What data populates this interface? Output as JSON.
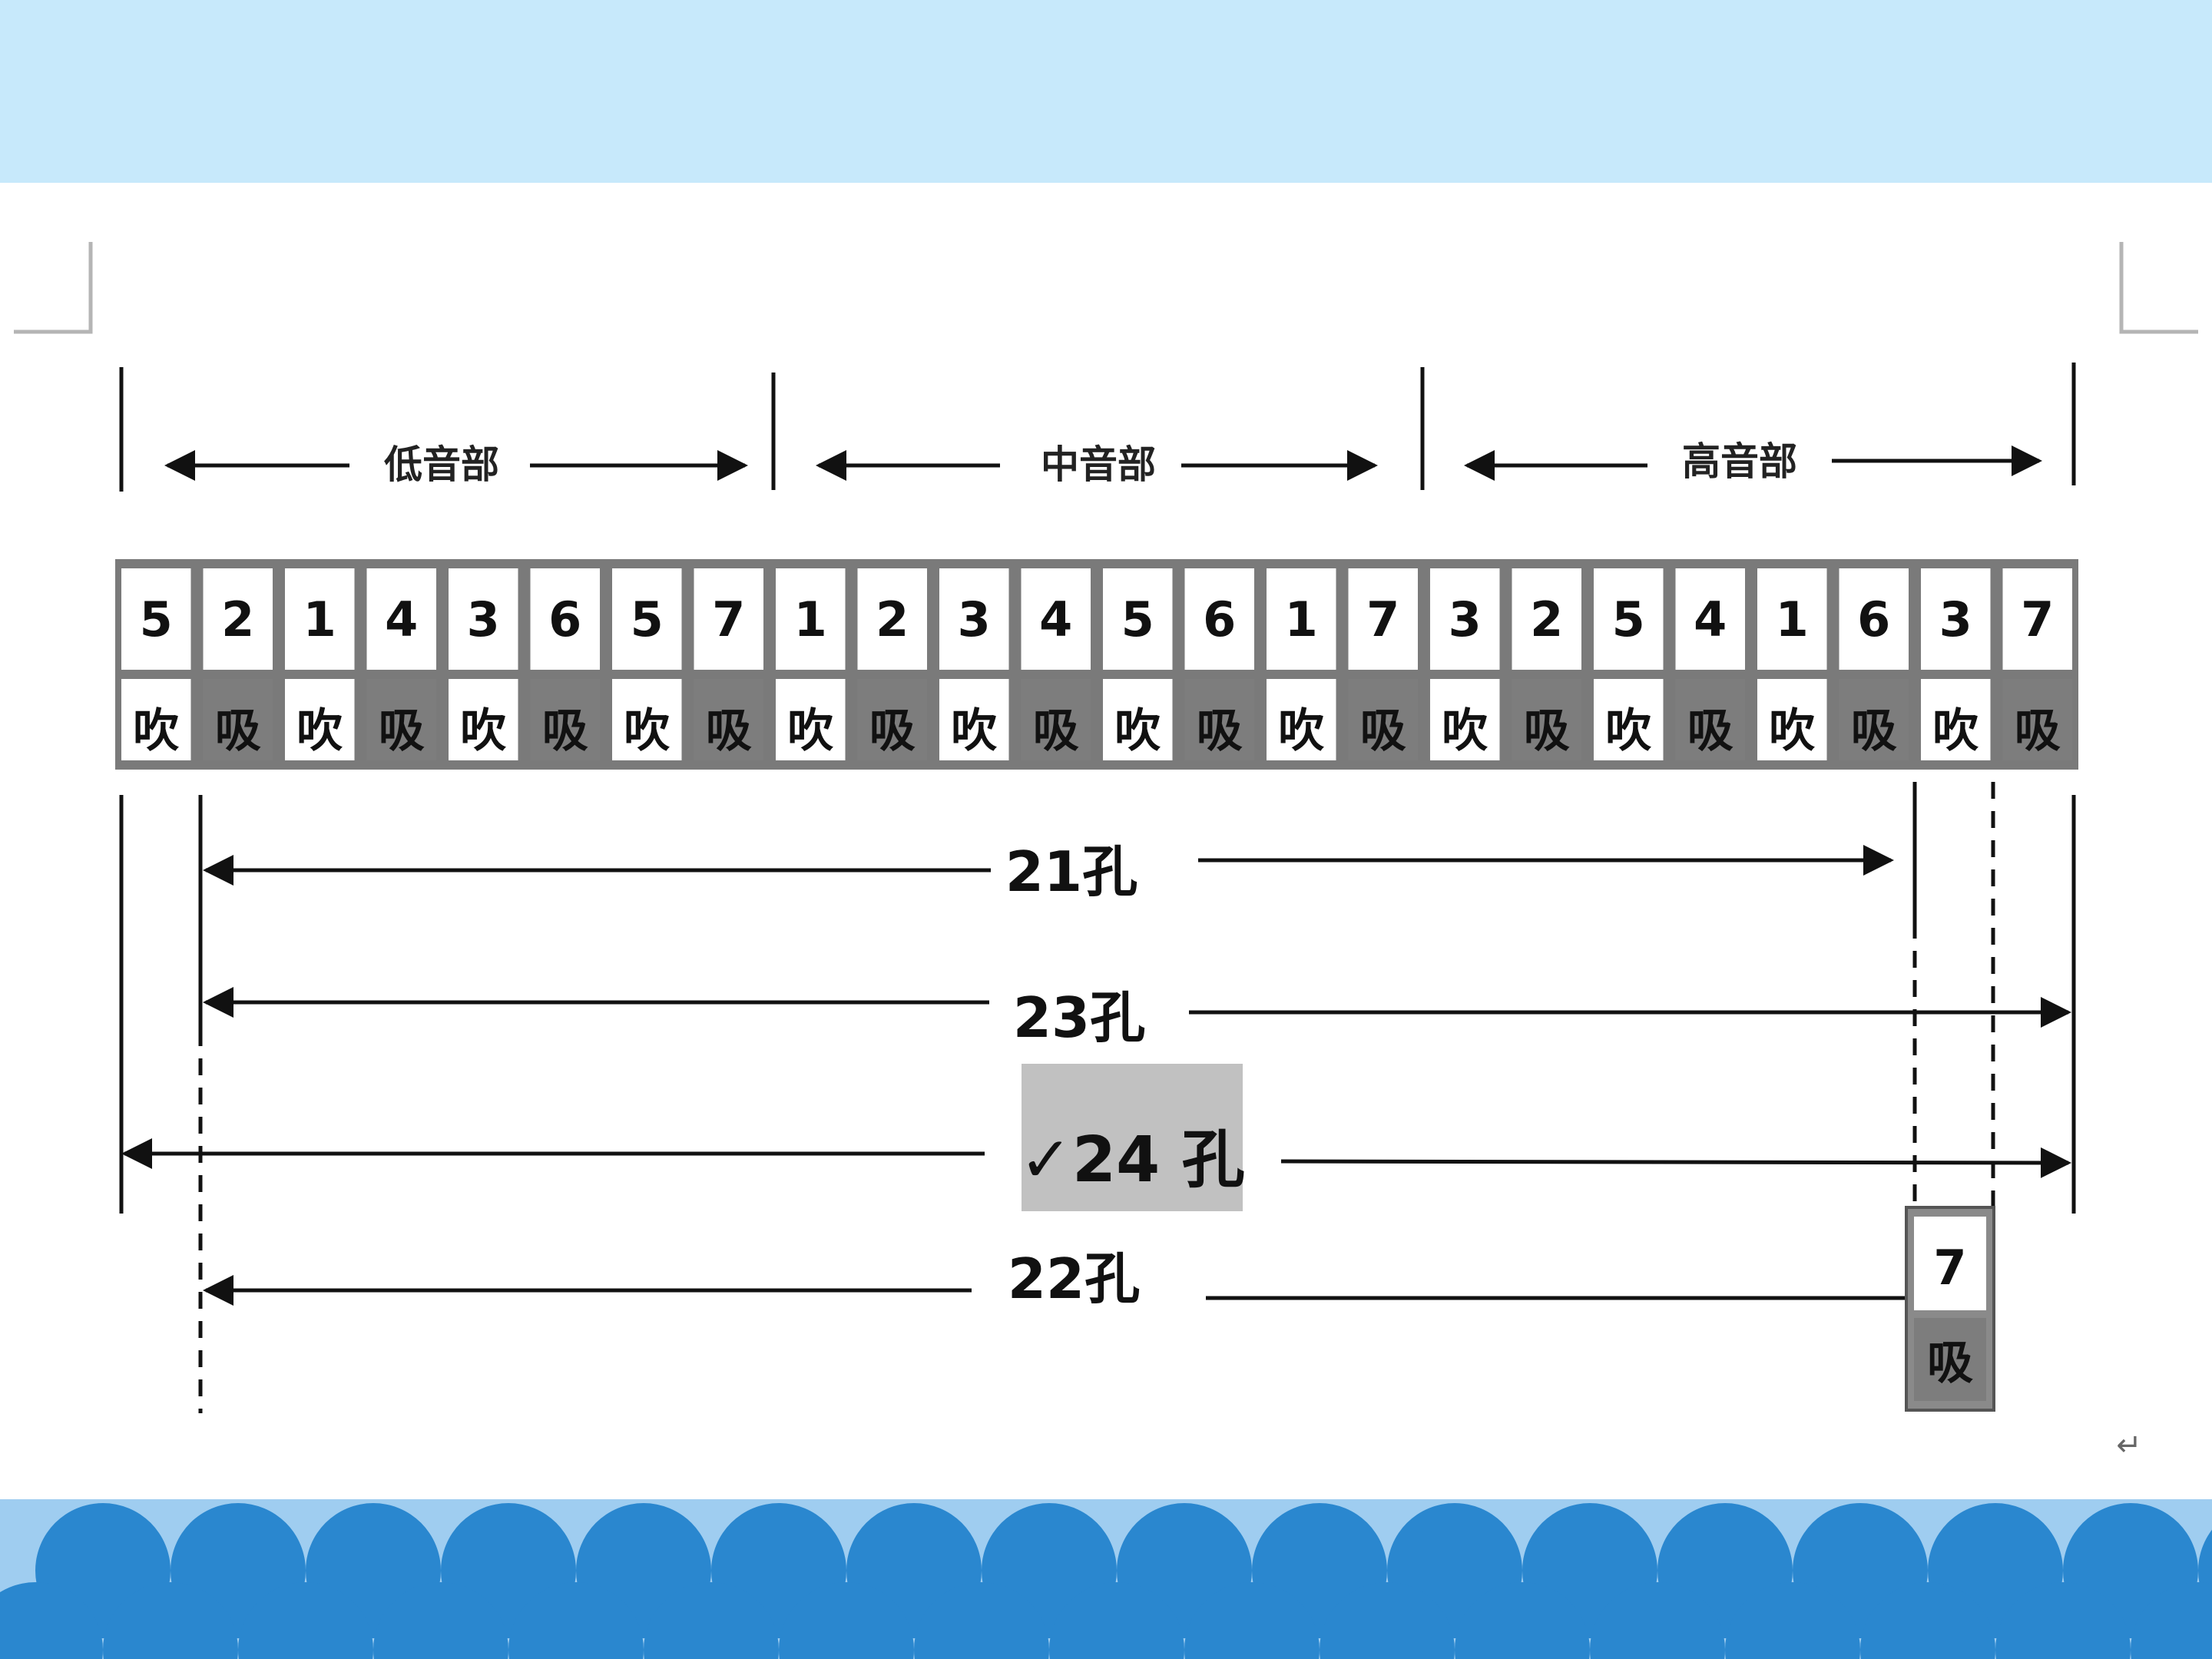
{
  "colors": {
    "top_band": "#c7e9fb",
    "harmonica_frame": "#7a7a7a",
    "draw_cell": "#7d7d7d",
    "highlight_box": "#c1c1c1",
    "wave_light": "#9fcdf0",
    "wave_dark": "#2a87cf"
  },
  "sections": [
    {
      "label": "低音部"
    },
    {
      "label": "中音部"
    },
    {
      "label": "高音部"
    }
  ],
  "holes": [
    {
      "note": "5",
      "breath": "吹"
    },
    {
      "note": "2",
      "breath": "吸"
    },
    {
      "note": "1",
      "breath": "吹"
    },
    {
      "note": "4",
      "breath": "吸"
    },
    {
      "note": "3",
      "breath": "吹"
    },
    {
      "note": "6",
      "breath": "吸"
    },
    {
      "note": "5",
      "breath": "吹"
    },
    {
      "note": "7",
      "breath": "吸"
    },
    {
      "note": "1",
      "breath": "吹"
    },
    {
      "note": "2",
      "breath": "吸"
    },
    {
      "note": "3",
      "breath": "吹"
    },
    {
      "note": "4",
      "breath": "吸"
    },
    {
      "note": "5",
      "breath": "吹"
    },
    {
      "note": "6",
      "breath": "吸"
    },
    {
      "note": "1",
      "breath": "吹"
    },
    {
      "note": "7",
      "breath": "吸"
    },
    {
      "note": "3",
      "breath": "吹"
    },
    {
      "note": "2",
      "breath": "吸"
    },
    {
      "note": "5",
      "breath": "吹"
    },
    {
      "note": "4",
      "breath": "吸"
    },
    {
      "note": "1",
      "breath": "吹"
    },
    {
      "note": "6",
      "breath": "吸"
    },
    {
      "note": "3",
      "breath": "吹"
    },
    {
      "note": "7",
      "breath": "吸"
    }
  ],
  "extra_hole": {
    "note": "7",
    "breath": "吸"
  },
  "ranges": [
    {
      "label": "21孔"
    },
    {
      "label": "23孔"
    },
    {
      "label": "✓24 孔"
    },
    {
      "label": "22孔"
    }
  ],
  "corner_mark": "↵"
}
